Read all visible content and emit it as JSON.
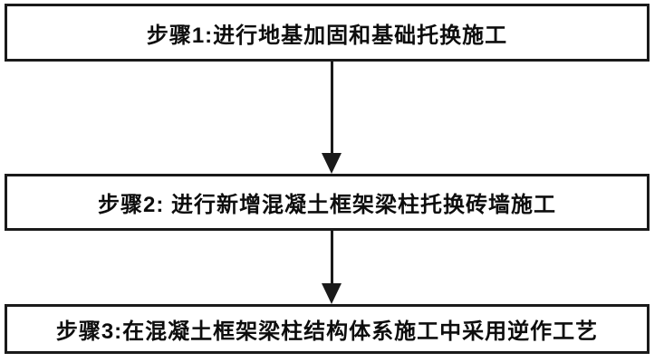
{
  "diagram": {
    "type": "flowchart",
    "direction": "top-down",
    "colors": {
      "background": "#ffffff",
      "box_border": "#1a1a1a",
      "box_fill": "#ffffff",
      "text": "#0d0d0d",
      "arrow": "#1a1a1a"
    },
    "steps": [
      {
        "id": 1,
        "label": "步骤1:进行地基加固和基础托换施工"
      },
      {
        "id": 2,
        "label": "步骤2: 进行新增混凝土框架梁柱托换砖墙施工"
      },
      {
        "id": 3,
        "label": "步骤3:在混凝土框架梁柱结构体系施工中采用逆作工艺"
      }
    ],
    "connectors": [
      {
        "from": 1,
        "to": 2,
        "style": "solid-line-filled-triangle-head",
        "direction": "down"
      },
      {
        "from": 2,
        "to": 3,
        "style": "solid-line-filled-triangle-head",
        "direction": "down"
      }
    ]
  }
}
